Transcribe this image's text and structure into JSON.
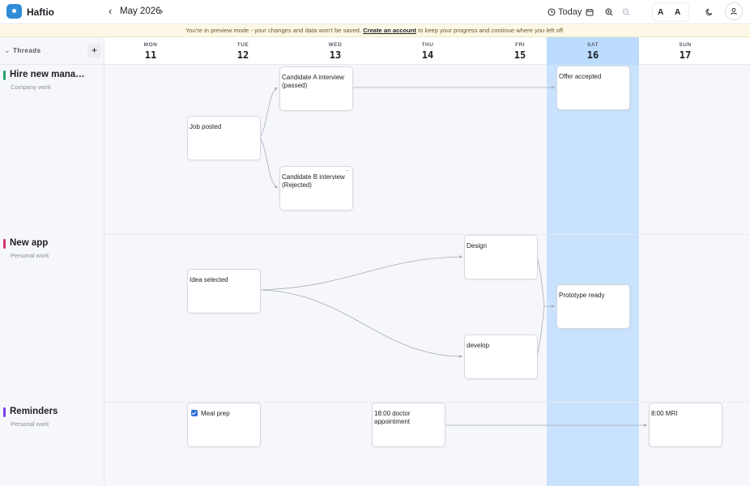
{
  "app": {
    "name": "Haftio",
    "month": "May 2026",
    "prev_label": "‹",
    "next_label": "›",
    "today_label": "Today",
    "font_small_label": "A",
    "font_large_label": "A",
    "icons": {
      "logo": "haftio-logo",
      "calendar": "calendar-icon",
      "zoom_in": "zoom-in-icon",
      "zoom_out": "zoom-out-icon",
      "theme": "moon-icon",
      "user": "user-icon"
    }
  },
  "banner": {
    "text_before": "You're in preview mode - your changes and data won't be saved. ",
    "cta": "Create an account",
    "text_after": " to keep your progress and continue where you left off."
  },
  "sidebar": {
    "header_label": "Threads",
    "add_label": "+",
    "threads": [
      {
        "title": "Hire new manager",
        "subtitle": "Company work",
        "color": "#22a06b"
      },
      {
        "title": "New app",
        "subtitle": "Personal work",
        "color": "#d6336c"
      },
      {
        "title": "Reminders",
        "subtitle": "Personal work",
        "color": "#7c3aed"
      }
    ]
  },
  "days": [
    {
      "dow": "MON",
      "num": "11",
      "selected": false
    },
    {
      "dow": "TUE",
      "num": "12",
      "selected": false
    },
    {
      "dow": "WED",
      "num": "13",
      "selected": false
    },
    {
      "dow": "THU",
      "num": "14",
      "selected": false
    },
    {
      "dow": "FRI",
      "num": "15",
      "selected": false
    },
    {
      "dow": "SAT",
      "num": "16",
      "selected": true
    },
    {
      "dow": "SUN",
      "num": "17",
      "selected": false
    }
  ],
  "cards": {
    "job_posted": "Job posted",
    "candidate_a": "Candidate A interview (passed)",
    "candidate_b": "Candidate B interview (Rejected)",
    "offer": "Offer accepted",
    "idea": "Idea selected",
    "design": "Design",
    "develop": "develop",
    "prototype": "Prototype ready",
    "meal_prep": "Meal prep",
    "doctor": "18:00 doctor appointment",
    "mri": "8:00 MRI"
  },
  "card_states": {
    "meal_prep_checked": true
  },
  "more_label": "···"
}
